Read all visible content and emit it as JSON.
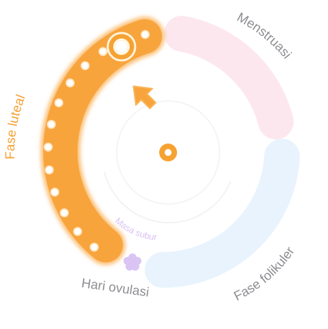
{
  "wheel": {
    "phases": {
      "menstruation": {
        "label": "Menstruasi",
        "color": "#fde7ee"
      },
      "follicular": {
        "label": "Fase folikuler",
        "color": "#e8f3fd"
      },
      "ovulation": {
        "label": "Hari ovulasi",
        "color": "#d9c4f4"
      },
      "luteal": {
        "label": "Fase luteal",
        "color": "#f8a43d"
      }
    },
    "fertile_window": {
      "label": "Masa subur",
      "color": "#d9c2f3"
    },
    "label_color": "#8e8e93",
    "accent_color": "#f6a233",
    "current_day_icon": "current-day-marker-icon",
    "pointer_icon": "arrow-pointer-icon",
    "ovulation_icon": "flower-icon"
  }
}
